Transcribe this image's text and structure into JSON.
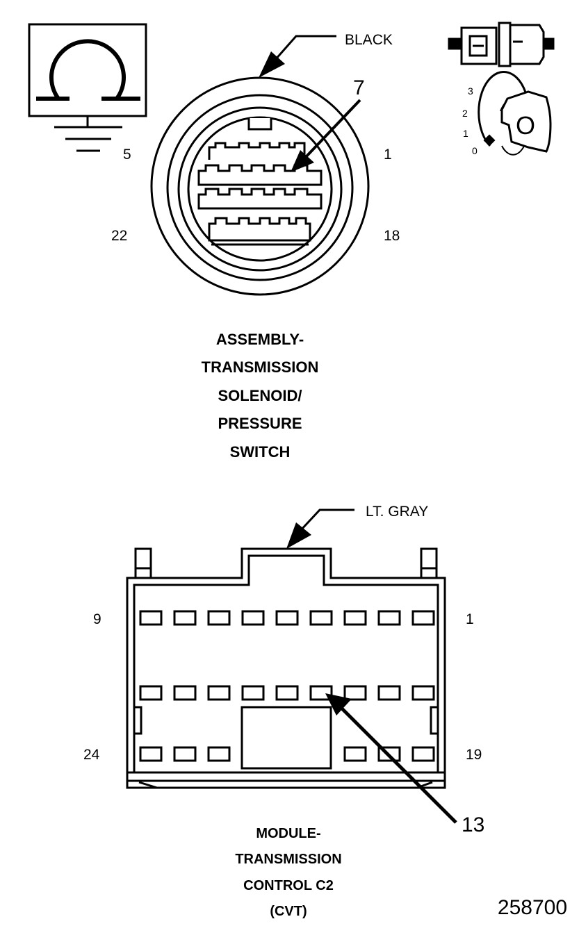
{
  "connector1": {
    "color_label": "BLACK",
    "callout_pin": "7",
    "pin_labels": {
      "top_left": "5",
      "top_right": "1",
      "bottom_left": "22",
      "bottom_right": "18"
    },
    "title_lines": [
      "ASSEMBLY-",
      "TRANSMISSION",
      "SOLENOID/",
      "PRESSURE",
      "SWITCH"
    ]
  },
  "connector2": {
    "color_label": "LT. GRAY",
    "callout_pin": "13",
    "pin_labels": {
      "top_left": "9",
      "top_right": "1",
      "bottom_left": "24",
      "bottom_right": "19"
    },
    "title_lines": [
      "MODULE-",
      "TRANSMISSION",
      "CONTROL C2",
      "(CVT)"
    ]
  },
  "ignition": {
    "positions": [
      "3",
      "2",
      "1",
      "0"
    ],
    "key_label": "O"
  },
  "icons": [
    "ohmmeter-ground-icon",
    "connector-pair-icon",
    "ignition-key-icon"
  ],
  "figure_id": "258700"
}
